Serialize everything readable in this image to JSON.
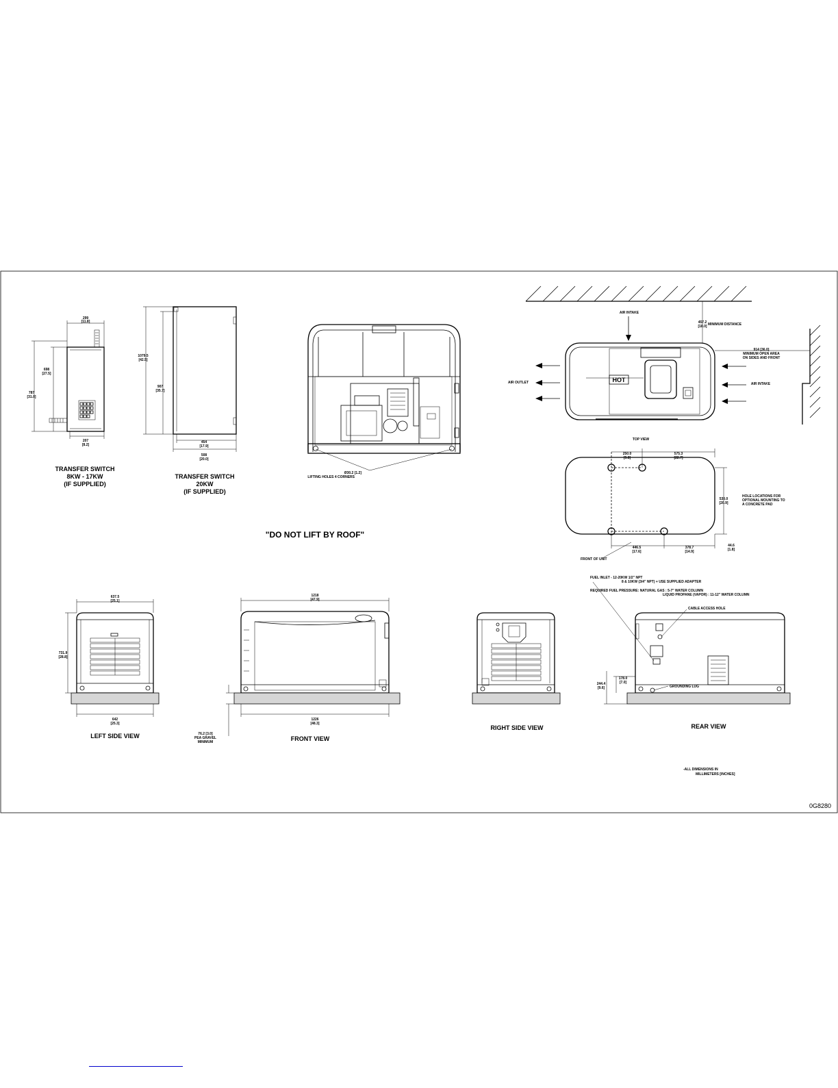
{
  "sheet": {
    "drawing_number": "0G8280",
    "roof_warning": "\"DO NOT LIFT BY ROOF\"",
    "dimension_note": [
      "-ALL DIMENSIONS IN",
      "MILLIMETERS [INCHES]"
    ]
  },
  "transfer_switch_small": {
    "title": [
      "TRANSFER SWITCH",
      "8KW - 17KW",
      "(IF SUPPLIED)"
    ],
    "dim_top": [
      "299",
      "[11.8]"
    ],
    "dim_bottom": [
      "207",
      "[8.2]"
    ],
    "dim_height_outer": [
      "787",
      "[31.0]"
    ],
    "dim_height_inner": [
      "698",
      "[27.5]"
    ]
  },
  "transfer_switch_large": {
    "title": [
      "TRANSFER SWITCH",
      "20KW",
      "(IF SUPPLIED)"
    ],
    "dim_height_outer": [
      "1079.5",
      "[42.5]"
    ],
    "dim_height_inner": [
      "907",
      "[35.7]"
    ],
    "dim_depth_inner": [
      "454",
      "[17.9]"
    ],
    "dim_depth_outer": [
      "508",
      "[20.0]"
    ]
  },
  "front_open_view": {
    "lifting_note": "Ø30.2 [1.2]",
    "lifting_note_2": "LIFTING HOLES 4 CORNERS"
  },
  "top_view": {
    "title": "TOP VIEW",
    "air_intake_top": "AIR INTAKE",
    "min_distance": [
      "457.2",
      "[18.0]"
    ],
    "min_distance_label": "MINIMUM DISTANCE",
    "open_area": [
      "914 [36.0]",
      "MINIMUM OPEN AREA",
      "ON SIDES AND FRONT"
    ],
    "air_outlet": "AIR OUTLET",
    "air_intake_right": "AIR INTAKE",
    "hot_label": "HOT"
  },
  "mounting_view": {
    "dim_a": [
      "250.0",
      "[9.8]"
    ],
    "dim_b": [
      "575.3",
      "[22.7]"
    ],
    "dim_c": [
      "530.0",
      "[20.9]"
    ],
    "dim_d": [
      "446.5",
      "[17.6]"
    ],
    "dim_e": [
      "378.7",
      "[14.9]"
    ],
    "dim_f": [
      "44.6",
      "[1.8]"
    ],
    "hole_note": [
      "HOLE LOCATIONS FOR",
      "OPTIONAL MOUNTING TO",
      "A CONCRETE PAD"
    ],
    "front_of_unit": "FRONT OF UNIT"
  },
  "fuel_notes": {
    "fuel_inlet": "FUEL INLET -   12-20KW 1/2\" NPT",
    "fuel_inlet_2": "8 & 10KW (3/4\" NPT) + USE SUPPLIED ADAPTER",
    "fuel_pressure": "REQUIRED FUEL PRESSURE: NATURAL GAS : 5-7\" WATER COLUMN",
    "fuel_pressure_2": "LIQUID PROPANE (VAPOR) : 11-12\" WATER COLUMN"
  },
  "left_side_view": {
    "title": "LEFT SIDE VIEW",
    "dim_top": [
      "637.5",
      "[25.1]"
    ],
    "dim_height": [
      "731.9",
      "[28.8]"
    ],
    "dim_bottom": [
      "642",
      "[25.3]"
    ]
  },
  "front_view": {
    "title": "FRONT VIEW",
    "dim_top": [
      "1218",
      "[47.9]"
    ],
    "dim_bottom": [
      "1226",
      "[48.3]"
    ],
    "gravel_note": [
      "76.2 [3.0]",
      "PEA GRAVEL",
      "MINIMUM"
    ]
  },
  "right_side_view": {
    "title": "RIGHT SIDE VIEW"
  },
  "rear_view": {
    "title": "REAR VIEW",
    "cable_access": "CABLE ACCESS HOLE",
    "grounding_lug": "GROUNDING LUG",
    "dim_a": [
      "178.0",
      "[7.0]"
    ],
    "dim_b": [
      "244.4",
      "[9.6]"
    ]
  }
}
